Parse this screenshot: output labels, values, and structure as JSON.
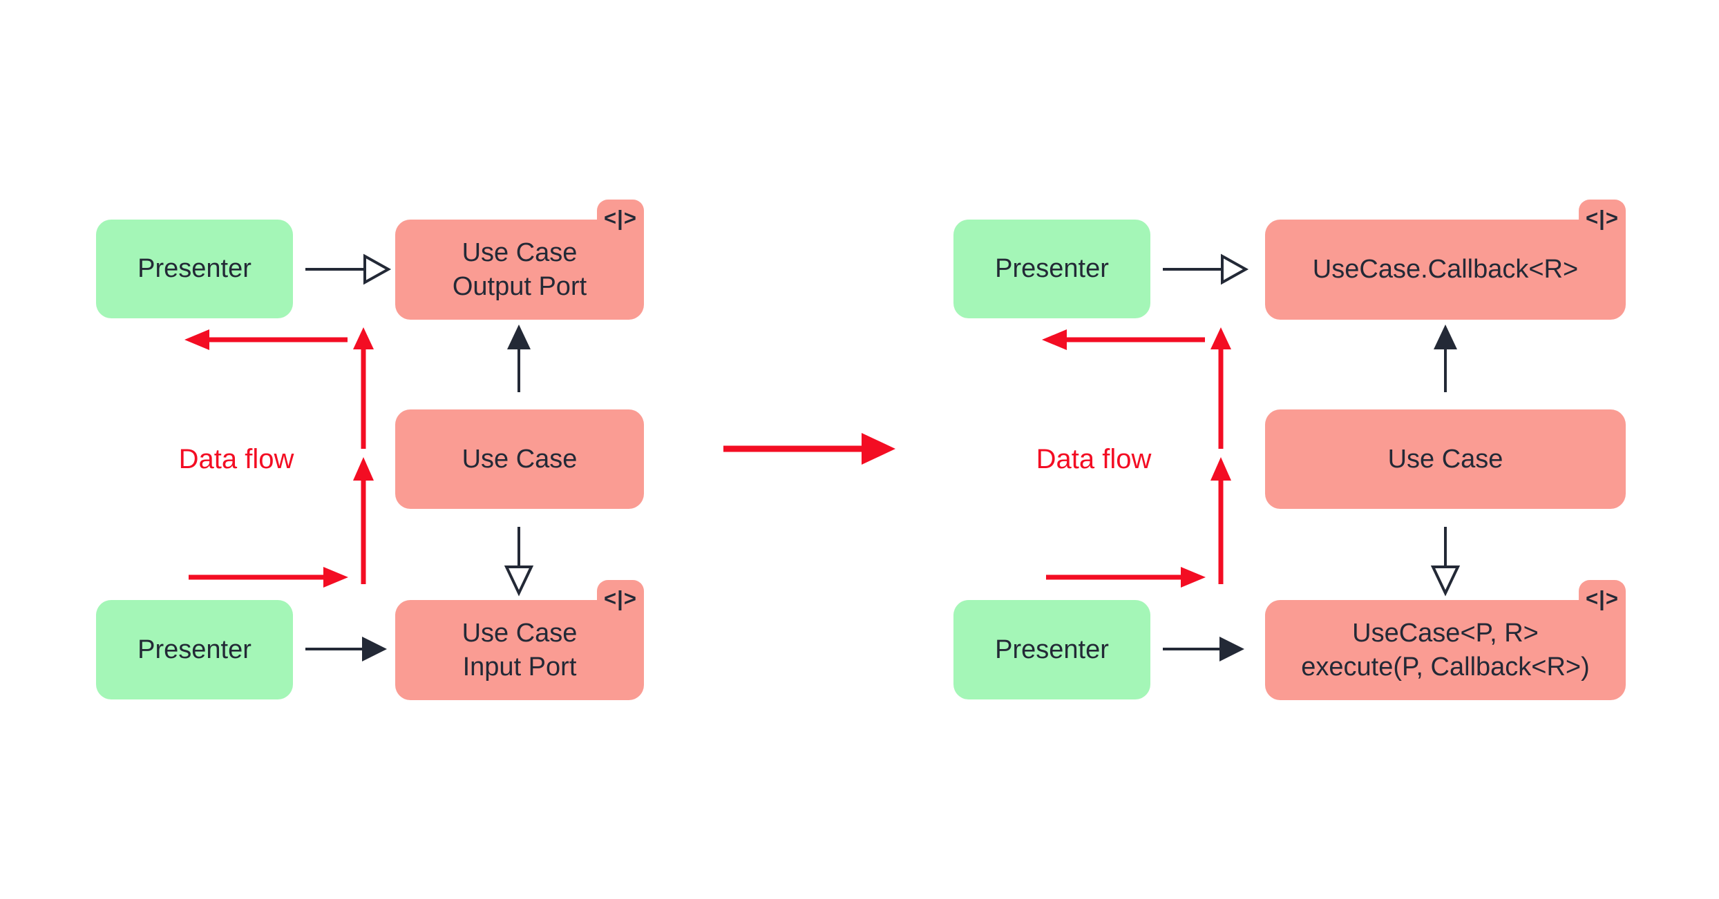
{
  "colors": {
    "background": "#FFFFFF",
    "presenter_fill": "#A4F6B7",
    "interface_fill": "#FA9C93",
    "ink": "#232936",
    "flow_red": "#F30D23"
  },
  "icons": {
    "interface_badge_glyph": "<|>"
  },
  "diagrams": [
    {
      "data_flow_label": "Data flow",
      "nodes": {
        "presenter_top": "Presenter",
        "output_port": "Use Case\nOutput Port",
        "use_case": "Use Case",
        "input_port": "Use Case\nInput Port",
        "presenter_bottom": "Presenter"
      }
    },
    {
      "data_flow_label": "Data flow",
      "nodes": {
        "presenter_top": "Presenter",
        "output_port": "UseCase.Callback<R>",
        "use_case": "Use Case",
        "input_port": "UseCase<P, R>\nexecute(P, Callback<R>)",
        "presenter_bottom": "Presenter"
      }
    }
  ]
}
